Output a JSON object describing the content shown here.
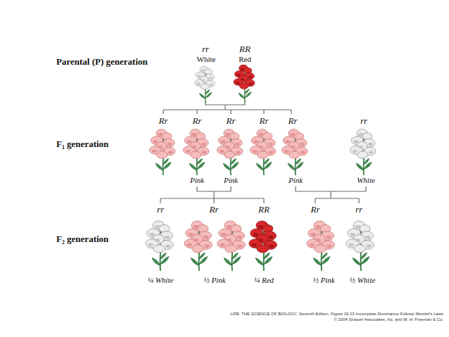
{
  "diagram": {
    "labels": [
      "rr",
      "RR",
      "White",
      "Red",
      "Parental (P) generation",
      "Rr",
      "Rr",
      "Rr",
      "Rr",
      "Rr",
      "rr",
      "F₁ generation",
      "Pink",
      "Pink",
      "Pink",
      "White",
      "rr",
      "Rr",
      "RR",
      "Rr",
      "rr",
      "F₂ generation",
      "¼ White",
      "½ Pink",
      "¼ Red",
      "½ Pink",
      "½ White",
      "LIFE: THE SCIENCE OF BIOLOGY, Seventh Edition, Figure 10.13 Incomplete Dominance Follows Mendel’s Laws",
      "© 2004 Sinauer Associates, Inc. and W. H. Freeman & Co."
    ]
  }
}
